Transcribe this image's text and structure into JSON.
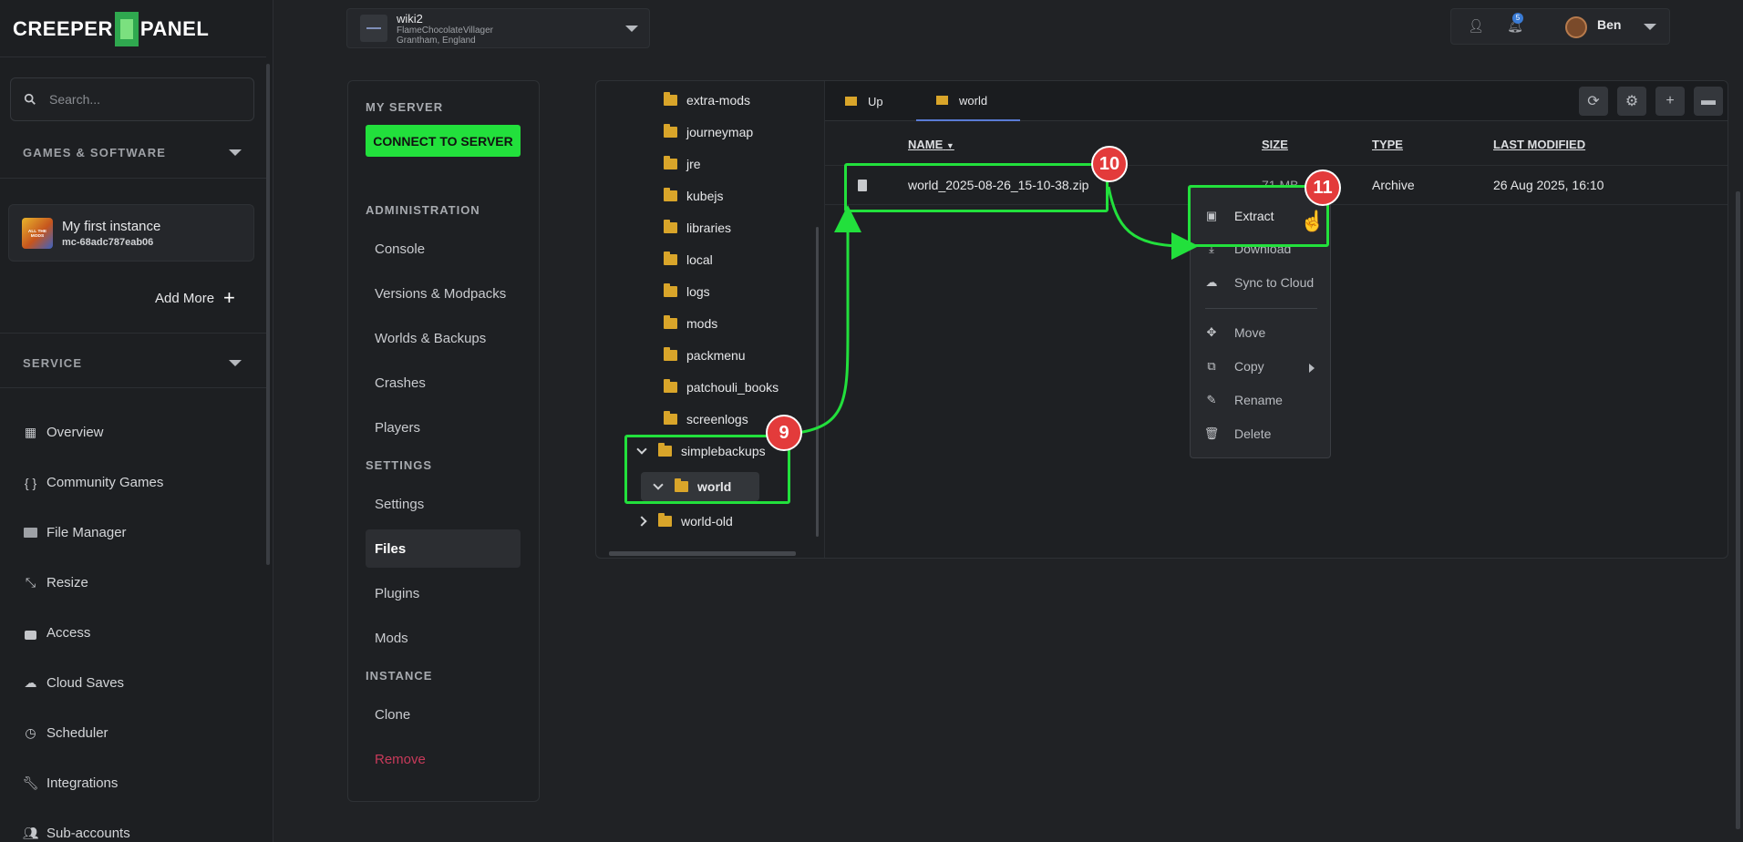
{
  "brand": {
    "logo_text_left": "CREEPER",
    "logo_text_right": "PANEL"
  },
  "sidebar": {
    "search_placeholder": "Search...",
    "games_section": "GAMES & SOFTWARE",
    "instance": {
      "name": "My first instance",
      "id": "mc-68adc787eab06",
      "icon_text": "ALL THE MODS"
    },
    "add_more": "Add More",
    "service_section": "SERVICE",
    "items": [
      {
        "label": "Overview",
        "icon": "grid-icon"
      },
      {
        "label": "Community Games",
        "icon": "braces-icon"
      },
      {
        "label": "File Manager",
        "icon": "folder-icon"
      },
      {
        "label": "Resize",
        "icon": "resize-icon"
      },
      {
        "label": "Access",
        "icon": "lock-icon"
      },
      {
        "label": "Cloud Saves",
        "icon": "cloud-icon"
      },
      {
        "label": "Scheduler",
        "icon": "clock-icon"
      },
      {
        "label": "Integrations",
        "icon": "wrench-icon"
      },
      {
        "label": "Sub-accounts",
        "icon": "users-icon"
      }
    ]
  },
  "topbar": {
    "server_name": "wiki2",
    "server_sub1": "FlameChocolateVillager",
    "server_sub2": "Grantham, England",
    "notification_count": "5",
    "user_name": "Ben"
  },
  "admin": {
    "my_server": "MY SERVER",
    "connect": "CONNECT TO SERVER",
    "administration": "ADMINISTRATION",
    "admin_items": [
      "Console",
      "Versions & Modpacks",
      "Worlds & Backups",
      "Crashes",
      "Players"
    ],
    "settings": "SETTINGS",
    "settings_items": [
      "Settings",
      "Files",
      "Plugins",
      "Mods"
    ],
    "instance": "INSTANCE",
    "instance_items": [
      "Clone",
      "Remove"
    ]
  },
  "tree": {
    "folders": [
      "extra-mods",
      "journeymap",
      "jre",
      "kubejs",
      "libraries",
      "local",
      "logs",
      "mods",
      "packmenu",
      "patchouli_books",
      "screenlogs",
      "simplebackups",
      "world",
      "world-old"
    ]
  },
  "file_manager": {
    "tabs": [
      "Up",
      "world"
    ],
    "columns": {
      "name": "NAME",
      "size": "SIZE",
      "type": "TYPE",
      "modified": "LAST MODIFIED"
    },
    "file": {
      "name": "world_2025-08-26_15-10-38.zip",
      "size": "71 MB",
      "type": "Archive",
      "modified": "26 Aug 2025, 16:10"
    }
  },
  "context_menu": {
    "items": [
      "Extract",
      "Download",
      "Sync to Cloud",
      "Move",
      "Copy",
      "Rename",
      "Delete"
    ]
  },
  "annotations": {
    "step9": "9",
    "step10": "10",
    "step11": "11"
  },
  "colors": {
    "accent": "#22e03c",
    "badge": "#e33b3b",
    "folder": "#d9a52a",
    "remove": "#c83a5a"
  }
}
